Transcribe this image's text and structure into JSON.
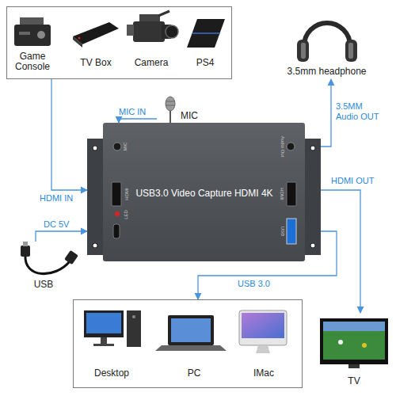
{
  "diagram": {
    "nodes": [
      {
        "text": [
          "Game Console",
          "TV Box",
          "Camera",
          "PS4"
        ]
      },
      {
        "text": [
          "MIC"
        ]
      },
      {
        "text": [
          "3.5mm headphone"
        ]
      },
      {
        "text": [
          "USB3.0 Video Capture HDMI 4K"
        ]
      },
      {
        "text": [
          "USB"
        ]
      },
      {
        "text": [
          "Desktop",
          "PC",
          "IMac"
        ]
      },
      {
        "text": [
          "TV"
        ]
      }
    ],
    "edges": [
      {
        "from": 1,
        "to": 3,
        "label": "MIC IN",
        "arrow": "to"
      },
      {
        "from": 0,
        "to": 3,
        "label": "HDMI IN",
        "arrow": "to"
      },
      {
        "from": 4,
        "to": 3,
        "label": "DC 5V",
        "arrow": "to"
      },
      {
        "from": 3,
        "to": 2,
        "label": "3.5MM Audio OUT",
        "arrow": "to"
      },
      {
        "from": 3,
        "to": 6,
        "label": "HDMI OUT",
        "arrow": "to"
      },
      {
        "from": 3,
        "to": 5,
        "label": "USB 3.0",
        "arrow": "to"
      }
    ],
    "labels": [
      "MIC",
      "HDMI",
      "LED",
      "Audio Out",
      "HDMI",
      "USB"
    ]
  }
}
